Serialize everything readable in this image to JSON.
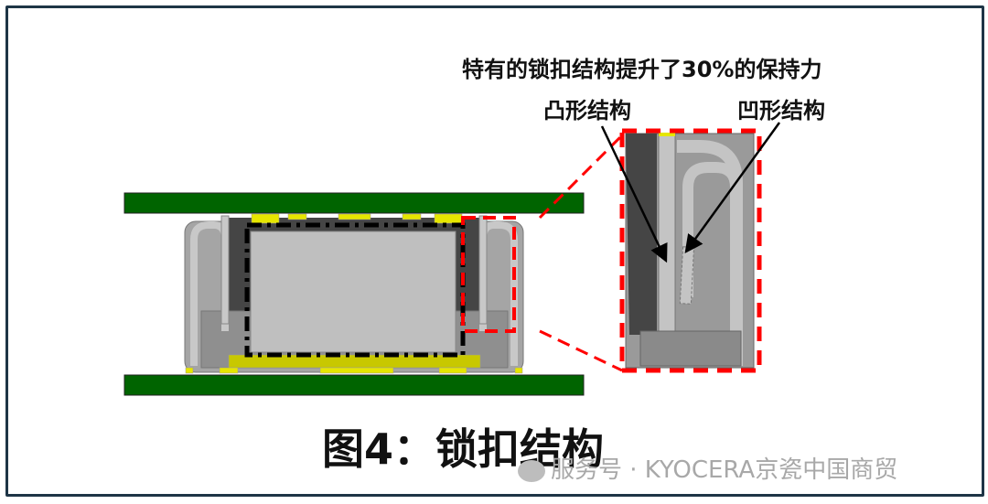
{
  "annotation_title": "特有的锁扣结构提升了30%的保持力",
  "label_convex": "凸形结构",
  "label_concave": "凹形结构",
  "caption": "图4：锁扣结构",
  "watermark": "服务号 · KYOCERA京瓷中国商贸",
  "colors": {
    "pcb": "#006400",
    "contact": "#e6e600",
    "highlight": "#ff0000",
    "body": "#bfbfbf",
    "dark": "#454545"
  }
}
